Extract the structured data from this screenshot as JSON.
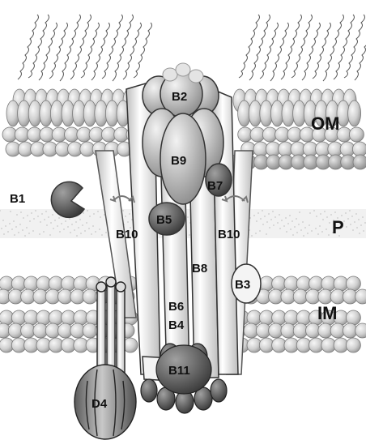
{
  "layers": {
    "outer_membrane": "OM",
    "periplasm": "P",
    "inner_membrane": "IM"
  },
  "components": {
    "b1": "B1",
    "b2": "B2",
    "b3": "B3",
    "b4": "B4",
    "b5": "B5",
    "b6": "B6",
    "b7": "B7",
    "b8": "B8",
    "b9": "B9",
    "b10_left": "B10",
    "b10_right": "B10",
    "b11": "B11",
    "d4": "D4"
  },
  "colors": {
    "lipid_fill": "#d9d9d9",
    "lipid_stroke": "#7a7a7a",
    "tube_fill": "#eeeeee",
    "dark_protein": "#6e6e6e",
    "medium_protein": "#a9a9a9",
    "light_protein": "#cfcfcf",
    "dotted_lipid": "#bdbdbd"
  }
}
